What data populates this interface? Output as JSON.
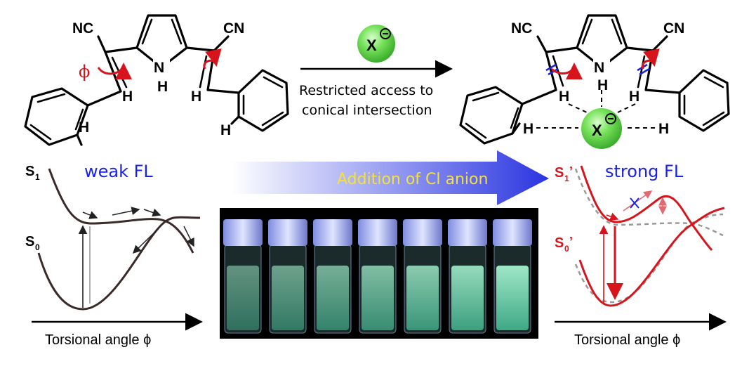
{
  "molecule_left": {
    "nc_label": "NC",
    "cn_label": "CN",
    "nh_label": "N",
    "nh_h_label": "H",
    "h_left_vinyl": "H",
    "h_right_vinyl": "H",
    "h_left_aryl": "H",
    "h_right_aryl": "H",
    "phi_label": "ϕ"
  },
  "reaction": {
    "anion_label": "X",
    "caption_line1": "Restricted access to",
    "caption_line2": "conical intersection"
  },
  "molecule_right": {
    "nc_label": "NC",
    "cn_label": "CN",
    "nh_label": "N",
    "nh_h_label": "H",
    "h_left_vinyl": "H",
    "h_right_vinyl": "H",
    "h_left_aryl": "H",
    "h_right_aryl": "H",
    "anion_label": "X"
  },
  "left_plot": {
    "s1_label": "S",
    "s1_sub": "1",
    "s0_label": "S",
    "s0_sub": "0",
    "fl_label": "weak FL",
    "axis_label": "Torsional angle ϕ"
  },
  "middle": {
    "arrow_label": "Addition of Cl anion",
    "vial_count": 7
  },
  "right_plot": {
    "s1_label": "S",
    "s1_sub": "1",
    "s1_prime": "’",
    "s0_label": "S",
    "s0_sub": "0",
    "s0_prime": "’",
    "fl_label": "strong FL",
    "axis_label": "Torsional angle ϕ"
  },
  "colors": {
    "red": "#d7141c",
    "blue_text": "#1a22e6",
    "curve_dark": "#3a2a2a",
    "anion_green": "#6fe05a",
    "arrow_blue": "#2a34e0",
    "arrow_label_yellow": "#f4e13a"
  }
}
